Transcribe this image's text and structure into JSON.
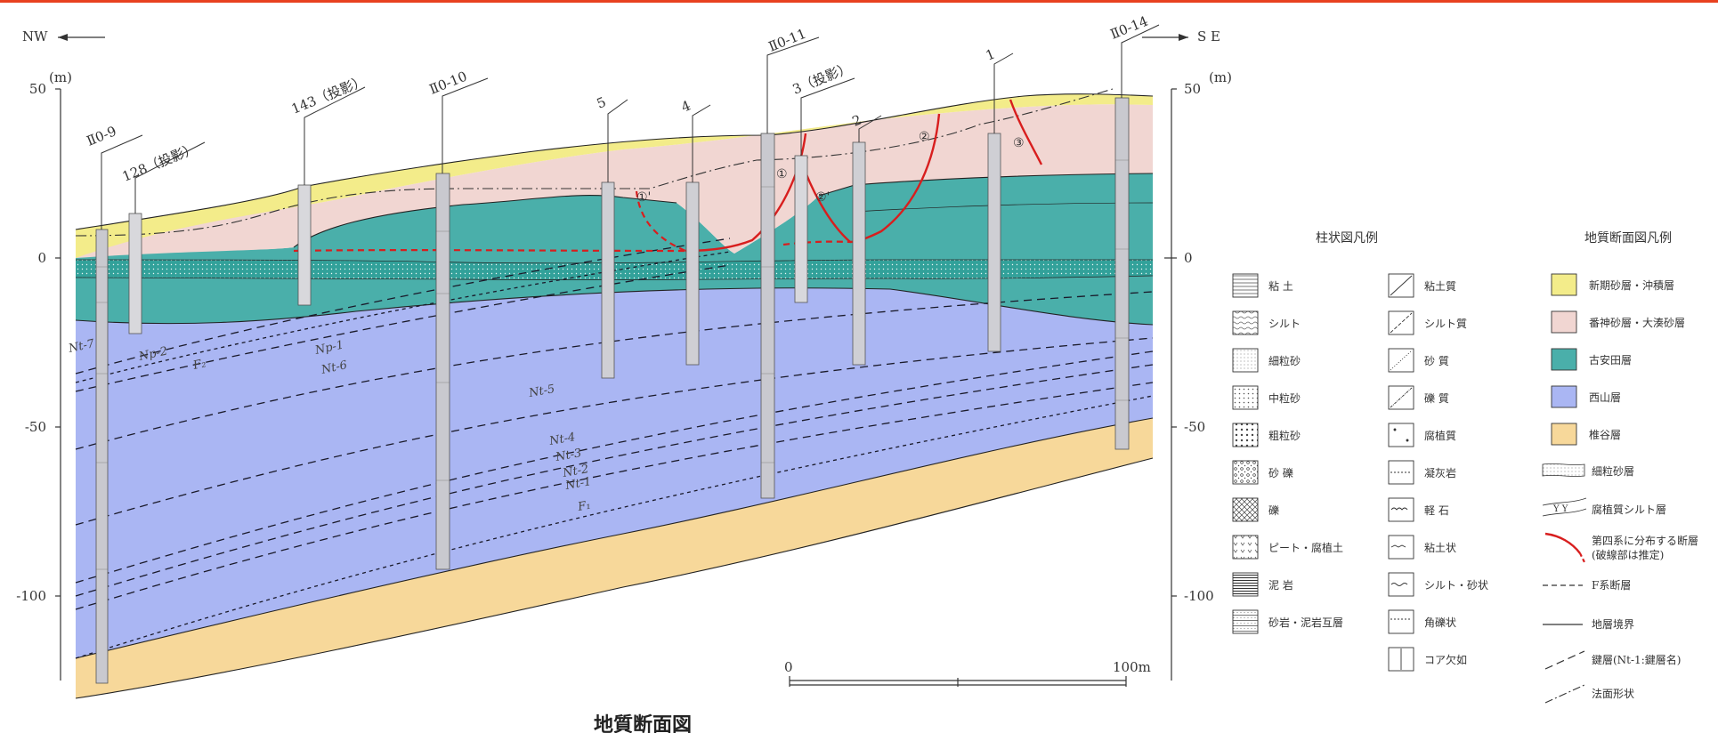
{
  "direction": {
    "left": "NW",
    "right": "S E"
  },
  "axis": {
    "unit": "(m)",
    "ticks": [
      "50",
      "0",
      "-50",
      "-100"
    ]
  },
  "boreholes": [
    "Ⅱ0-9",
    "128（投影）",
    "143（投影）",
    "Ⅱ0-10",
    "5",
    "4",
    "Ⅱ0-11",
    "3（投影）",
    "2",
    "1",
    "Ⅱ0-14"
  ],
  "faults": [
    "①'",
    "①",
    "②'",
    "②",
    "③"
  ],
  "key_beds": [
    "Nt-7",
    "Np-2",
    "F₂",
    "Np-1",
    "Nt-6",
    "Nt-5",
    "Nt-4",
    "Nt-3",
    "Nt-2",
    "Nt-1",
    "F₁"
  ],
  "scale": {
    "start": "0",
    "end": "100m"
  },
  "title": "地質断面図",
  "legend_column": {
    "heading": "柱状図凡例",
    "items": [
      "粘 土",
      "シルト",
      "細粒砂",
      "中粒砂",
      "粗粒砂",
      "砂 礫",
      "礫",
      "ピート・腐植土",
      "泥 岩",
      "砂岩・泥岩互層"
    ],
    "items2": [
      "粘土質",
      "シルト質",
      "砂 質",
      "礫 質",
      "腐植質",
      "凝灰岩",
      "軽 石",
      "粘土状",
      "シルト・砂状",
      "角礫状",
      "コア欠如"
    ]
  },
  "legend_section": {
    "heading": "地質断面図凡例",
    "layers": [
      {
        "label": "新期砂層・沖積層",
        "color": "#f3ec8a"
      },
      {
        "label": "番神砂層・大湊砂層",
        "color": "#f1d6d2"
      },
      {
        "label": "古安田層",
        "color": "#4aafaa"
      },
      {
        "label": "西山層",
        "color": "#aab6f3"
      },
      {
        "label": "椎谷層",
        "color": "#f7d89a"
      }
    ],
    "symbols": [
      "細粒砂層",
      "腐植質シルト層",
      "第四系に分布する断層",
      "(破線部は推定)",
      "F系断層",
      "地層境界",
      "鍵層(Nt-1:鍵層名)",
      "法面形状"
    ]
  },
  "colors": {
    "fault": "#d81e1e",
    "accent_bar": "#e8411f"
  }
}
